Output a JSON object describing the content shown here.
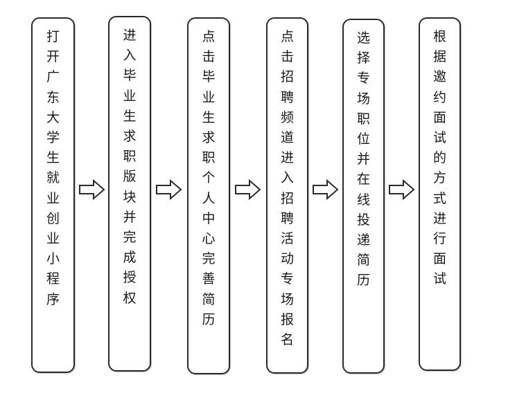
{
  "diagram": {
    "type": "flowchart",
    "direction": "left-to-right",
    "colors": {
      "border": "#2a2a2a",
      "text": "#1a1a1a",
      "background": "#ffffff"
    },
    "steps": [
      {
        "id": 1,
        "label": "打开广东大学生就业创业小程序"
      },
      {
        "id": 2,
        "label": "进入毕业生求职版块并完成授权"
      },
      {
        "id": 3,
        "label": "点击毕业生求职个人中心完善简历"
      },
      {
        "id": 4,
        "label": "点击招聘频道进入招聘活动专场报名"
      },
      {
        "id": 5,
        "label": "选择专场职位并在线投递简历"
      },
      {
        "id": 6,
        "label": "根据邀约面试的方式进行面试"
      }
    ],
    "connectors": [
      {
        "from": 1,
        "to": 2,
        "icon": "right-arrow-icon"
      },
      {
        "from": 2,
        "to": 3,
        "icon": "right-arrow-icon"
      },
      {
        "from": 3,
        "to": 4,
        "icon": "right-arrow-icon"
      },
      {
        "from": 4,
        "to": 5,
        "icon": "right-arrow-icon"
      },
      {
        "from": 5,
        "to": 6,
        "icon": "right-arrow-icon"
      }
    ]
  }
}
